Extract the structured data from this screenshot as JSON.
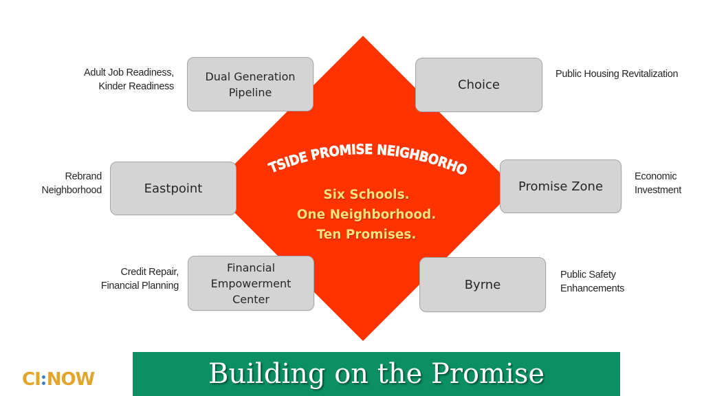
{
  "center": {
    "title": "EASTSIDE PROMISE NEIGHBORHOOD",
    "tagline": [
      "Six Schools.",
      "One Neighborhood.",
      "Ten Promises."
    ]
  },
  "programs": {
    "dual_generation": "Dual Generation\nPipeline",
    "choice": "Choice",
    "eastpoint": "Eastpoint",
    "promise_zone": "Promise Zone",
    "financial_empowerment": "Financial\nEmpowerment\nCenter",
    "byrne": "Byrne"
  },
  "notes": {
    "dual_generation": "Adult Job Readiness,\nKinder Readiness",
    "choice": "Public Housing Revitalization",
    "eastpoint": "Rebrand\nNeighborhood",
    "promise_zone": "Economic\nInvestment",
    "financial_empowerment": "Credit Repair,\nFinancial Planning",
    "byrne": "Public Safety\nEnhancements"
  },
  "banner": {
    "text": "Building on the Promise"
  },
  "logo": {
    "left": "CI",
    "right": "NOW"
  },
  "colors": {
    "diamond": "#ff3300",
    "tagline": "#ffe07a",
    "banner": "#0b8f63",
    "box": "#d4d4d4",
    "logo": "#e3a62c",
    "logo_dots": "#3a7fc1"
  }
}
